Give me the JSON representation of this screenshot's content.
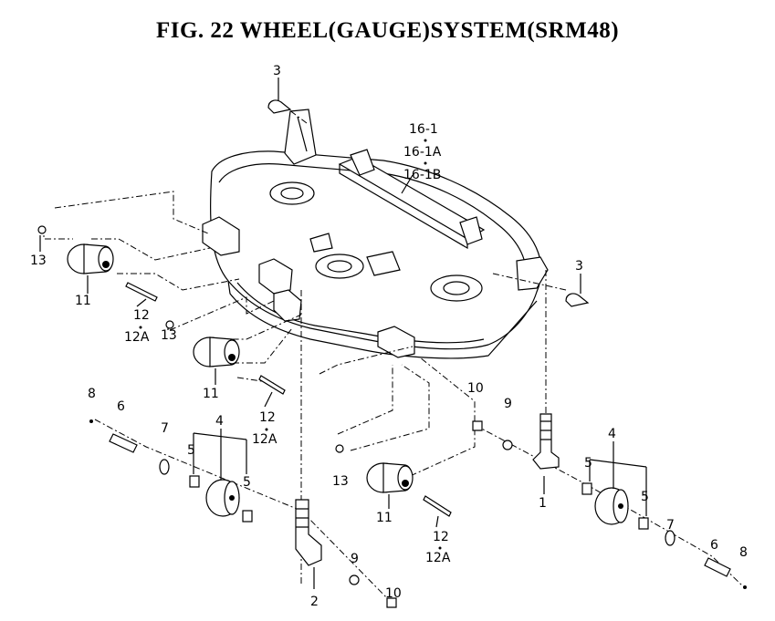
{
  "title": "FIG. 22  WHEEL(GAUGE)SYSTEM(SRM48)",
  "callouts": {
    "c1": "1",
    "c2": "2",
    "c3_top": "3",
    "c3_right": "3",
    "c4_left": "4",
    "c4_right": "4",
    "c5_a": "5",
    "c5_b": "5",
    "c5_c": "5",
    "c5_d": "5",
    "c6_left": "6",
    "c6_right": "6",
    "c7_left": "7",
    "c7_right": "7",
    "c8_left": "8",
    "c8_right": "8",
    "c9_a": "9",
    "c9_b": "9",
    "c10_a": "10",
    "c10_b": "10",
    "c11_a": "11",
    "c11_b": "11",
    "c11_c": "11",
    "c12_a": "12",
    "c12a_a": "12A",
    "c12_b": "12",
    "c12a_b": "12A",
    "c12_c": "12",
    "c12a_c": "12A",
    "c13_a": "13",
    "c13_b": "13",
    "c13_c": "13",
    "c16_1": "16-1",
    "c16_1a": "16-1A",
    "c16_1b": "16-1B"
  }
}
